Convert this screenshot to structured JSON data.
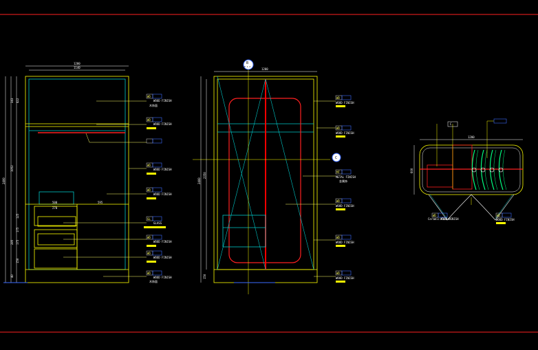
{
  "colors": {
    "background": "#000000",
    "frame": "#ff2020",
    "cabinet": "#ffff00",
    "hatch": "#00c8c8",
    "center": "#ff0000",
    "swing": "#00ff80",
    "tag": "#3b6bff",
    "text": "#ffffff"
  },
  "left": {
    "dims_top": [
      "1200",
      "1140"
    ],
    "dims_left": [
      "343",
      "422",
      "1052",
      "2400",
      "125",
      "175",
      "175",
      "285",
      "150",
      "40"
    ],
    "drawer_dims": [
      "500",
      "270",
      "595"
    ],
    "tags": [
      {
        "code": "WD",
        "text": "WOOD FINISH",
        "sub": "木饰面"
      },
      {
        "code": "WD",
        "text": "WOOD FINISH",
        "sub": ""
      },
      {
        "code": "",
        "text": "",
        "sub": ""
      },
      {
        "code": "WD",
        "text": "WOOD FINISH",
        "sub": ""
      },
      {
        "code": "WD",
        "text": "WOOD FINISH",
        "sub": ""
      },
      {
        "code": "GL",
        "text": "GLASS",
        "sub": ""
      },
      {
        "code": "WD",
        "text": "WOOD FINISH",
        "sub": ""
      },
      {
        "code": "WD",
        "text": "WOOD FINISH",
        "sub": ""
      },
      {
        "code": "WD",
        "text": "WOOD FINISH",
        "sub": "木饰面"
      }
    ]
  },
  "middle": {
    "section_top": "B",
    "section_top_sub": "E-1-2",
    "dims_top": [
      "1200"
    ],
    "dims_left": [
      "2400",
      "2350",
      "150"
    ],
    "section_mid": "C",
    "tags": [
      {
        "code": "WD",
        "text": "WOOD FINISH",
        "sub": ""
      },
      {
        "code": "WD",
        "text": "WOOD FINISH",
        "sub": ""
      },
      {
        "code": "MT",
        "text": "METAL FINISH",
        "sub": "金属饰"
      },
      {
        "code": "WD",
        "text": "WOOD FINISH",
        "sub": ""
      },
      {
        "code": "WD",
        "text": "WOOD FINISH",
        "sub": ""
      },
      {
        "code": "WD",
        "text": "WOOD FINISH",
        "sub": ""
      }
    ]
  },
  "right": {
    "section_label": "C",
    "dim_top": "1200",
    "dim_left": "600",
    "tags": [
      {
        "code": "WD",
        "text": "WOOD FINISH",
        "sub": "Ceramic Finish"
      },
      {
        "code": "WD",
        "text": "WOOD FINISH",
        "sub": ""
      }
    ]
  }
}
